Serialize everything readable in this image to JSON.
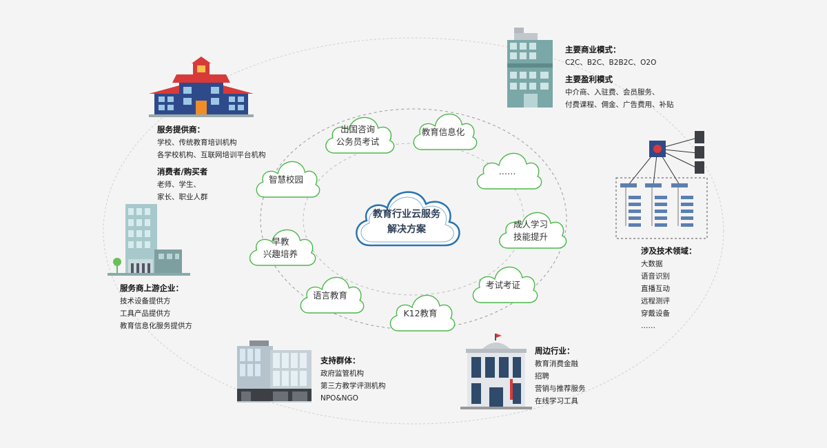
{
  "center": {
    "line1": "教育行业云服务",
    "line2": "解决方案"
  },
  "clouds": [
    {
      "id": "consult",
      "lines": [
        "出国咨询",
        "公务员考试"
      ]
    },
    {
      "id": "edu-info",
      "lines": [
        "教育信息化"
      ]
    },
    {
      "id": "more",
      "lines": [
        "……"
      ]
    },
    {
      "id": "smart-campus",
      "lines": [
        "智慧校园"
      ]
    },
    {
      "id": "adult",
      "lines": [
        "成人学习",
        "技能提升"
      ]
    },
    {
      "id": "early",
      "lines": [
        "早教",
        "兴趣培养"
      ]
    },
    {
      "id": "exam",
      "lines": [
        "考试考证"
      ]
    },
    {
      "id": "language",
      "lines": [
        "语言教育"
      ]
    },
    {
      "id": "k12",
      "lines": [
        "K12教育"
      ]
    }
  ],
  "providers": {
    "title": "服务提供商：",
    "items": [
      "学校、传统教育培训机构",
      "各学校机构、互联网培训平台机构"
    ],
    "title2": "消费者/购买者",
    "items2": [
      "老师、学生、",
      "家长、职业人群"
    ]
  },
  "upstream": {
    "title": "服务商上游企业：",
    "items": [
      "技术设备提供方",
      "工具产品提供方",
      "教育信息化服务提供方"
    ]
  },
  "support": {
    "title": "支持群体：",
    "items": [
      "政府监管机构",
      "第三方教学评测机构",
      "NPO&NGO"
    ]
  },
  "peripheral": {
    "title": "周边行业：",
    "items": [
      "教育消费金融",
      "招聘",
      "营销与推荐服务",
      "在线学习工具"
    ]
  },
  "tech": {
    "title": "涉及技术领域：",
    "items": [
      "大数据",
      "语音识别",
      "直播互动",
      "远程测评",
      "穿戴设备",
      "……"
    ]
  },
  "business": {
    "title": "主要商业模式：",
    "items": [
      "C2C、B2C、B2B2C、O2O"
    ],
    "title2": "主要盈利模式",
    "items2": [
      "中介商、入驻费、会员服务、",
      "付费课程、佣金、广告费用、补贴"
    ]
  },
  "colors": {
    "cloud": "#4cb84a",
    "center": "#2a73b0",
    "school_roof": "#d83a3a",
    "school_body": "#2f4a8a",
    "building": "#7aa7a7"
  }
}
